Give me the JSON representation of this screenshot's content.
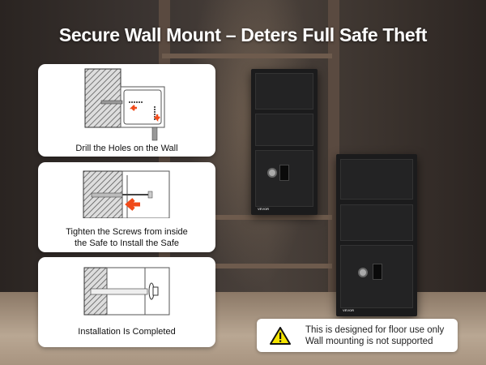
{
  "headline": "Secure Wall Mount – Deters Full Safe Theft",
  "steps": [
    {
      "caption": "Drill the Holes on the Wall"
    },
    {
      "caption_line1": "Tighten the Screws from inside",
      "caption_line2": "the Safe to Install the Safe"
    },
    {
      "caption": "Installation Is Completed"
    }
  ],
  "warning": {
    "icon": "warning-triangle-icon",
    "line1": "This is designed for floor use only",
    "line2": "Wall mounting is not supported"
  },
  "brand_logo": "VEVOR",
  "colors": {
    "arrow": "#f04a1a",
    "warning": "#f5e400"
  }
}
